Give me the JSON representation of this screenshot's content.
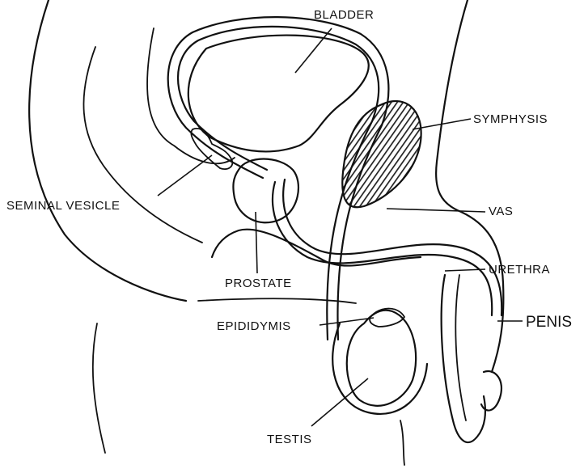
{
  "diagram": {
    "labels": {
      "bladder": "BLADDER",
      "symphysis": "SYMPHYSIS",
      "seminal_vesicle": "SEMINAL VESICLE",
      "vas": "VAS",
      "urethra": "URETHRA",
      "prostate": "PROSTATE",
      "penis": "PENIS",
      "epididymis": "EPIDIDYMIS",
      "testis": "TESTIS"
    },
    "colors": {
      "ink": "#111111",
      "background": "#ffffff",
      "symphysis_fill": "#555555"
    }
  }
}
